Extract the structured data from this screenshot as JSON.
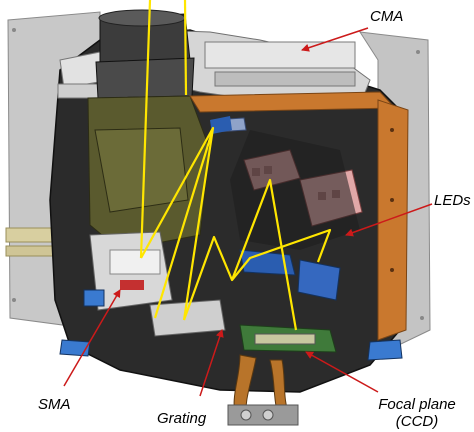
{
  "labels": {
    "cma": "CMA",
    "leds": "LEDs",
    "sma": "SMA",
    "grating": "Grating",
    "focal_plane_line1": "Focal plane",
    "focal_plane_line2": "(CCD)"
  },
  "colors": {
    "background": "#ffffff",
    "callout_arrow": "#cc1a1a",
    "light_path": "#ffe600",
    "housing_panel": "#c8c8c8",
    "housing_dark": "#2b2b2b",
    "olive_baffle": "#5a5a2e",
    "orange_plate": "#c9782e",
    "pink_led_module": "#d9a0a0",
    "blue_bracket": "#2a5db0",
    "green_board": "#3f7a3a",
    "copper_harness": "#b8742a"
  }
}
